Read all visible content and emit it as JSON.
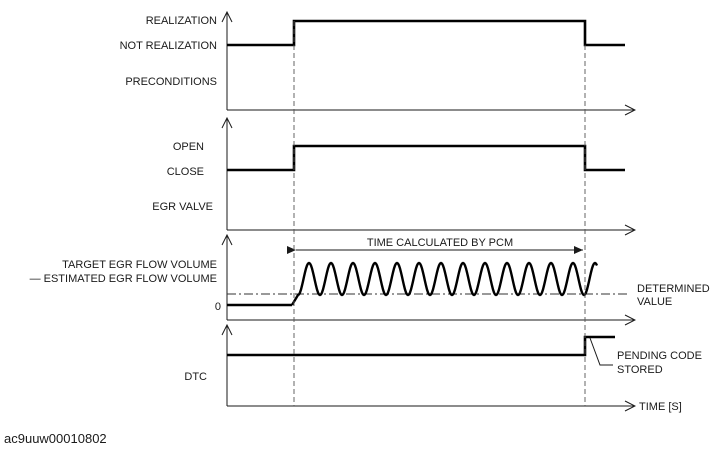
{
  "panel1": {
    "labels": [
      "REALIZATION",
      "NOT REALIZATION",
      "PRECONDITIONS"
    ]
  },
  "panel2": {
    "labels": [
      "OPEN",
      "CLOSE",
      "EGR VALVE"
    ]
  },
  "panel3": {
    "labels": [
      "TARGET EGR FLOW VOLUME",
      "— ESTIMATED EGR FLOW VOLUME",
      "0"
    ],
    "span_label": "TIME CALCULATED BY PCM",
    "threshold_label": [
      "DETERMINED",
      "VALUE"
    ]
  },
  "panel4": {
    "labels": [
      "DTC"
    ],
    "callout": [
      "PENDING CODE",
      "STORED"
    ],
    "time_axis": "TIME [S]"
  },
  "footer": {
    "figure_id": "ac9uuw00010802"
  }
}
